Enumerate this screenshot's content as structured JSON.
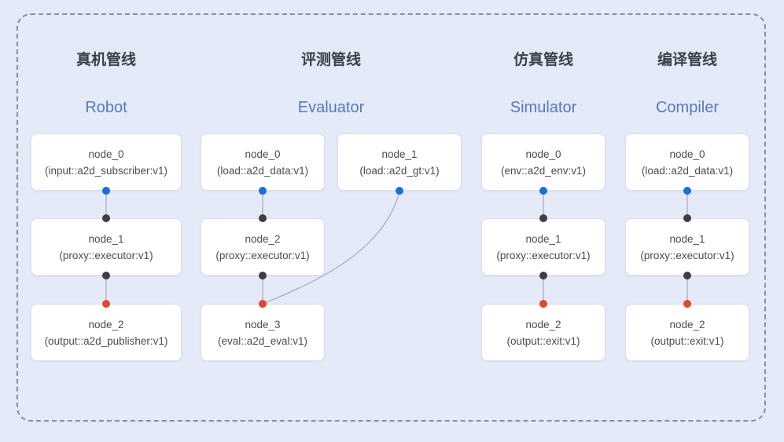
{
  "diagram": {
    "background": "#e4eaf7",
    "frame_color": "#8b9099",
    "edge_color": "#a6b0c3",
    "node_bg": "#ffffff",
    "node_border": "#dddfe4",
    "node_text_color": "#4a4c52",
    "title_zh_color": "#3a3f4a",
    "title_en_color": "#5479c4",
    "port_colors": {
      "blue": "#1c6ce2",
      "dark": "#3b3e42",
      "red": "#e8432b"
    },
    "pipelines": [
      {
        "title_zh": "真机管线",
        "title_en": "Robot",
        "nodes": [
          {
            "name": "node_0",
            "type": "(input::a2d_subscriber:v1)",
            "col": 0,
            "row": 0,
            "ports": {
              "bottom": "blue"
            }
          },
          {
            "name": "node_1",
            "type": "(proxy::executor:v1)",
            "col": 0,
            "row": 1,
            "ports": {
              "top": "dark",
              "bottom": "dark"
            }
          },
          {
            "name": "node_2",
            "type": "(output::a2d_publisher:v1)",
            "col": 0,
            "row": 2,
            "ports": {
              "top": "red"
            }
          }
        ],
        "edges": [
          {
            "from": 0,
            "to": 1,
            "shape": "line"
          },
          {
            "from": 1,
            "to": 2,
            "shape": "line"
          }
        ]
      },
      {
        "title_zh": "评测管线",
        "title_en": "Evaluator",
        "nodes": [
          {
            "name": "node_0",
            "type": "(load::a2d_data:v1)",
            "col": 0,
            "row": 0,
            "ports": {
              "bottom": "blue"
            }
          },
          {
            "name": "node_1",
            "type": "(load::a2d_gt:v1)",
            "col": 1,
            "row": 0,
            "ports": {
              "bottom": "blue"
            }
          },
          {
            "name": "node_2",
            "type": "(proxy::executor:v1)",
            "col": 0,
            "row": 1,
            "ports": {
              "top": "dark",
              "bottom": "dark"
            }
          },
          {
            "name": "node_3",
            "type": "(eval::a2d_eval:v1)",
            "col": 0,
            "row": 2,
            "ports": {
              "top": "red"
            }
          }
        ],
        "edges": [
          {
            "from": 0,
            "to": 2,
            "shape": "line"
          },
          {
            "from": 2,
            "to": 3,
            "shape": "line"
          },
          {
            "from": 1,
            "to": 3,
            "shape": "curve"
          }
        ]
      },
      {
        "title_zh": "仿真管线",
        "title_en": "Simulator",
        "nodes": [
          {
            "name": "node_0",
            "type": "(env::a2d_env:v1)",
            "col": 0,
            "row": 0,
            "ports": {
              "bottom": "blue"
            }
          },
          {
            "name": "node_1",
            "type": "(proxy::executor:v1)",
            "col": 0,
            "row": 1,
            "ports": {
              "top": "dark",
              "bottom": "dark"
            }
          },
          {
            "name": "node_2",
            "type": "(output::exit:v1)",
            "col": 0,
            "row": 2,
            "ports": {
              "top": "red"
            }
          }
        ],
        "edges": [
          {
            "from": 0,
            "to": 1,
            "shape": "line"
          },
          {
            "from": 1,
            "to": 2,
            "shape": "line"
          }
        ]
      },
      {
        "title_zh": "编译管线",
        "title_en": "Compiler",
        "nodes": [
          {
            "name": "node_0",
            "type": "(load::a2d_data:v1)",
            "col": 0,
            "row": 0,
            "ports": {
              "bottom": "blue"
            }
          },
          {
            "name": "node_1",
            "type": "(proxy::executor:v1)",
            "col": 0,
            "row": 1,
            "ports": {
              "top": "dark",
              "bottom": "dark"
            }
          },
          {
            "name": "node_2",
            "type": "(output::exit:v1)",
            "col": 0,
            "row": 2,
            "ports": {
              "top": "red"
            }
          }
        ],
        "edges": [
          {
            "from": 0,
            "to": 1,
            "shape": "line"
          },
          {
            "from": 1,
            "to": 2,
            "shape": "line"
          }
        ]
      }
    ]
  }
}
